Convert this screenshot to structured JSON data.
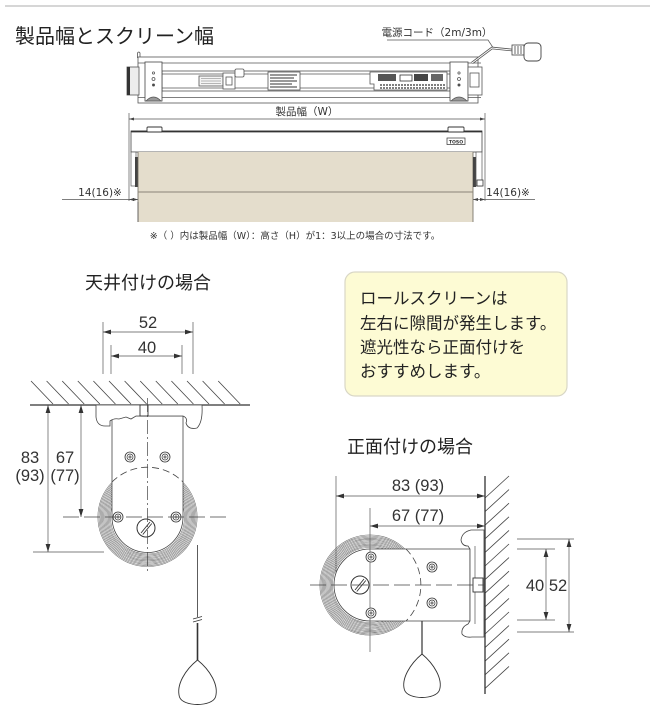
{
  "header": {
    "title": "製品幅とスクリーン幅"
  },
  "width_diagram": {
    "power_cord_label": "電源コード（2m/3m）",
    "product_width_label": "製品幅（W）",
    "brand_badge": "TOSO",
    "side_gap_left_label": "14(16)※",
    "side_gap_right_label": "14(16)※",
    "note": "※（ ）内は製品幅（W）：高さ（H）が1：3以上の場合の寸法です。",
    "fabric_color": "#e4ddcc"
  },
  "ceiling_mount": {
    "title": "天井付けの場合",
    "bracket_width": "52",
    "bracket_hole_pitch": "40",
    "total_height": "83",
    "total_height_alt": "(93)",
    "center_height": "67",
    "center_height_alt": "(77)"
  },
  "callout": {
    "lines": [
      "ロールスクリーンは",
      "左右に隙間が発生します。",
      "遮光性なら正面付けを",
      "おすすめします。"
    ],
    "background_color": "#fdfbd4",
    "border_color": "#d9d7c6"
  },
  "front_mount": {
    "title": "正面付けの場合",
    "total_depth": "83 (93)",
    "center_depth": "67 (77)",
    "bracket_hole_pitch": "40",
    "bracket_height": "52"
  }
}
